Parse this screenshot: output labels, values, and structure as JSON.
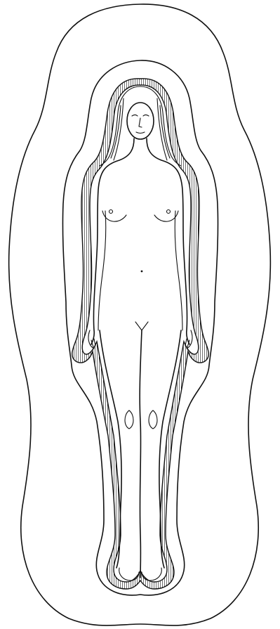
{
  "figure": {
    "subject": "standing-female-figure-outline",
    "layers": [
      "outer-aura",
      "middle-aura",
      "hatched-inner-aura",
      "body-outline"
    ],
    "colors": {
      "background": "#ffffff",
      "ink": "#111111"
    }
  }
}
